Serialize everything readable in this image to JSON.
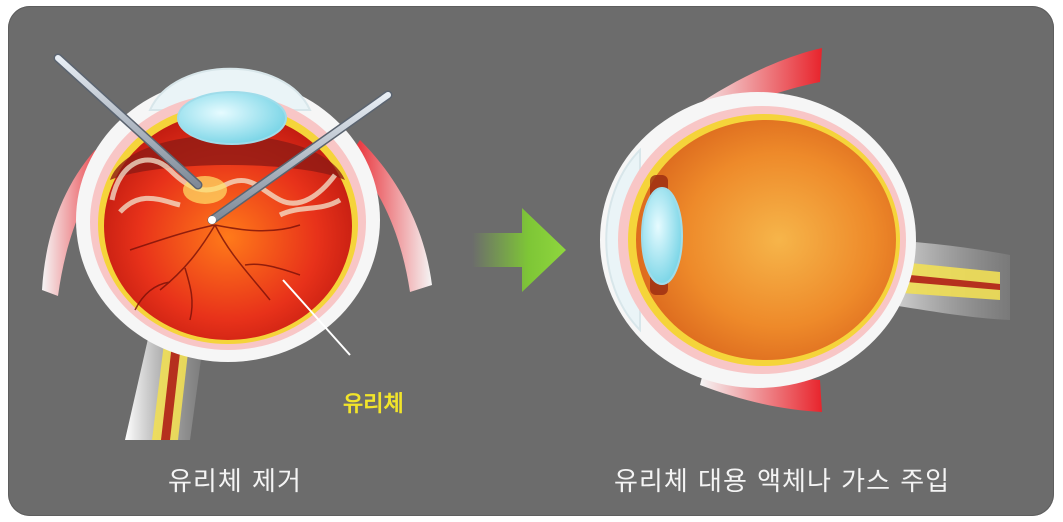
{
  "labels": {
    "vitreous": "유리체",
    "left_caption": "유리체 제거",
    "right_caption": "유리체 대용 액체나 가스 주입"
  },
  "colors": {
    "panel_bg": "#6c6c6c",
    "label_yellow": "#f2e52a",
    "caption_text": "#f4f4f4",
    "arrow_green": "#7ec636"
  }
}
